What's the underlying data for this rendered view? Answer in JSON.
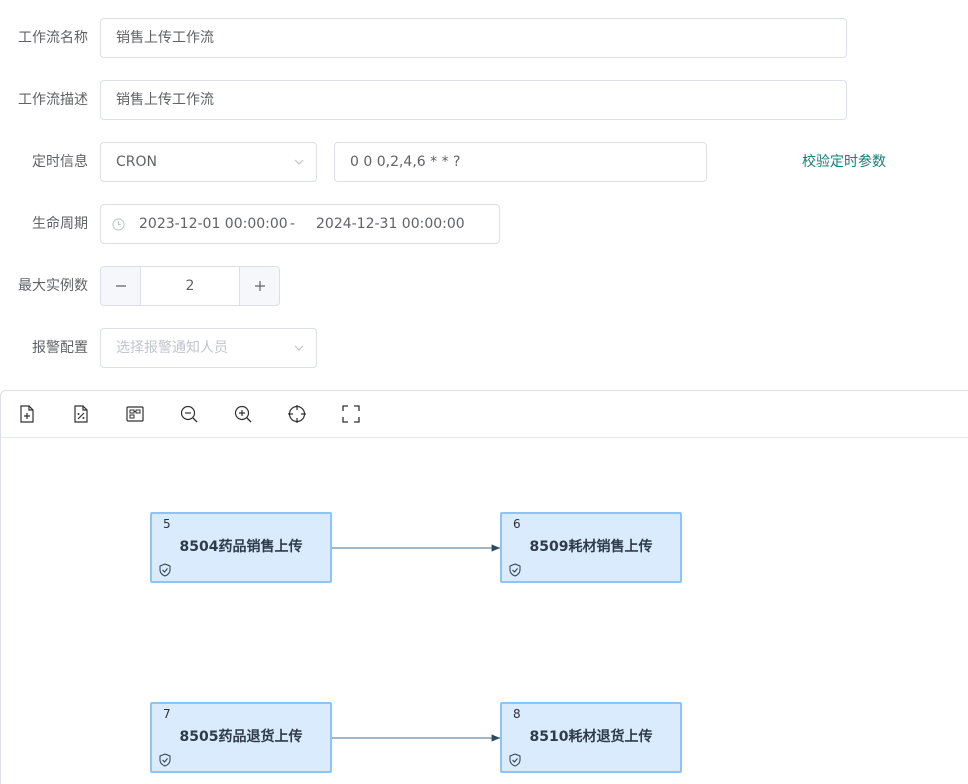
{
  "form": {
    "name_label": "工作流名称",
    "name_value": "销售上传工作流",
    "desc_label": "工作流描述",
    "desc_value": "销售上传工作流",
    "schedule_label": "定时信息",
    "schedule_type": "CRON",
    "cron_value": "0 0 0,2,4,6 * * ?",
    "validate_link": "校验定时参数",
    "lifecycle_label": "生命周期",
    "lifecycle_start": "2023-12-01 00:00:00",
    "lifecycle_sep": "-",
    "lifecycle_end": "2024-12-31 00:00:00",
    "max_instances_label": "最大实例数",
    "max_instances_value": "2",
    "alarm_label": "报警配置",
    "alarm_placeholder": "选择报警通知人员"
  },
  "toolbar": {
    "icons": [
      "add-file-icon",
      "percent-file-icon",
      "layout-icon",
      "zoom-out-icon",
      "zoom-in-icon",
      "locate-icon",
      "fullscreen-icon"
    ]
  },
  "nodes": [
    {
      "id": "5",
      "label": "8504药品销售上传"
    },
    {
      "id": "6",
      "label": "8509耗材销售上传"
    },
    {
      "id": "7",
      "label": "8505药品退货上传"
    },
    {
      "id": "8",
      "label": "8510耗材退货上传"
    }
  ],
  "colors": {
    "accent": "#1a7a76",
    "node_fill": "#d9ebfc",
    "node_border": "#8cc4f3",
    "edge": "#6b8aa3"
  }
}
